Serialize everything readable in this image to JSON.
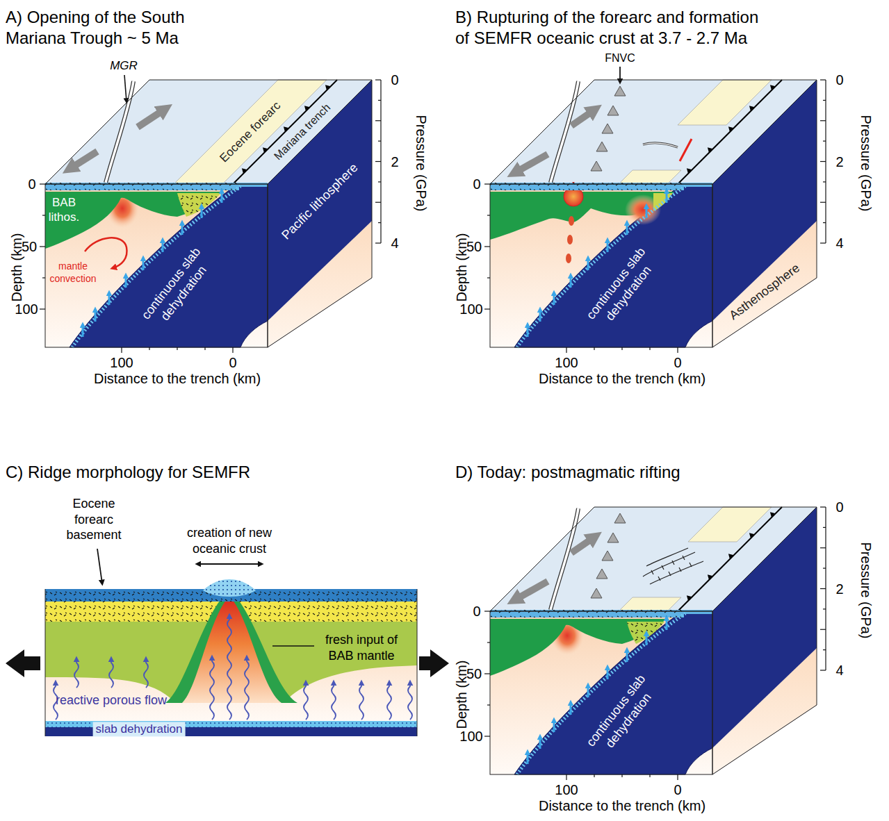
{
  "diagram": {
    "labels": [
      "A) Opening of the South Mariana Trough ~ 5 Ma",
      "MGR",
      "Eocene forearc",
      "Mariana trench",
      "BAB lithos.",
      "mantle convection",
      "continuous slab dehydration",
      "Pacific lithosphere",
      "Depth (km)",
      "0",
      "50",
      "100",
      "Pressure (GPa)",
      "0",
      "2",
      "4",
      "Distance to the trench (km)",
      "100",
      "0",
      "B) Rupturing of the forearc and formation of SEMFR oceanic crust at 3.7 - 2.7 Ma",
      "FNVC",
      "continuous slab dehydration",
      "Asthenosphere",
      "Depth (km)",
      "0",
      "50",
      "100",
      "Pressure (GPa)",
      "0",
      "2",
      "4",
      "Distance to the trench (km)",
      "100",
      "0",
      "C) Ridge morphology for SEMFR",
      "Eocene forearc basement",
      "creation of new oceanic crust",
      "fresh input of BAB mantle",
      "reactive porous flow",
      "slab dehydration",
      "D) Today: postmagmatic rifting",
      "continuous slab dehydration",
      "Depth (km)",
      "0",
      "50",
      "100",
      "Pressure (GPa)",
      "0",
      "2",
      "4",
      "Distance to the trench (km)",
      "100",
      "0"
    ]
  }
}
